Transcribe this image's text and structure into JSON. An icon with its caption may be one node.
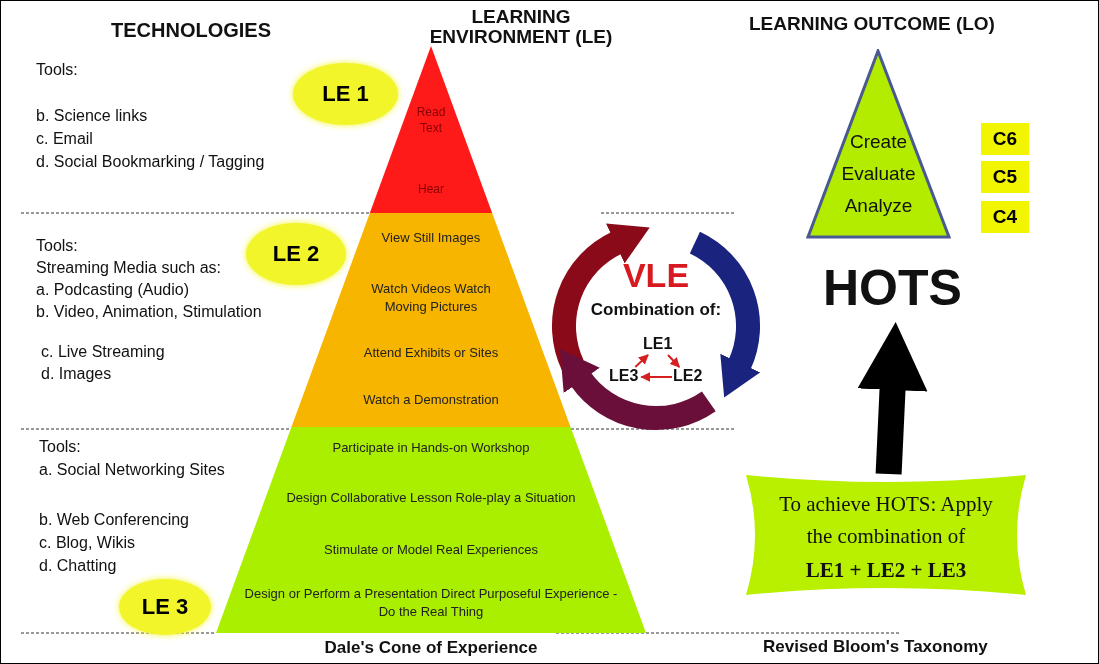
{
  "diagram": {
    "nodes": [
      {
        "text": [
          "LE 1"
        ]
      },
      {
        "text": [
          "LE 2"
        ]
      },
      {
        "text": [
          "LE 3"
        ]
      },
      {
        "text": [
          "Read Text"
        ]
      },
      {
        "text": [
          "Hear"
        ]
      },
      {
        "text": [
          "View Still Images"
        ]
      },
      {
        "text": [
          "Watch Videos Watch Moving Pictures"
        ]
      },
      {
        "text": [
          "Attend Exhibits or Sites"
        ]
      },
      {
        "text": [
          "Watch a Demonstration"
        ]
      },
      {
        "text": [
          "Participate in Hands-on Workshop"
        ]
      },
      {
        "text": [
          "Design Collaborative Lesson Role-play a Situation"
        ]
      },
      {
        "text": [
          "Stimulate or Model Real Experiences"
        ]
      },
      {
        "text": [
          "Design or Perform a Presentation Direct Purposeful Experience - Do the Real Thing"
        ]
      },
      {
        "text": [
          "VLE",
          "Combination of:"
        ]
      },
      {
        "text": [
          "LE1"
        ],
        "in": 13
      },
      {
        "text": [
          "LE2"
        ],
        "in": 13
      },
      {
        "text": [
          "LE3"
        ],
        "in": 13
      },
      {
        "text": [
          "Create",
          "Evaluate",
          "Analyze"
        ]
      },
      {
        "text": [
          "C6"
        ]
      },
      {
        "text": [
          "C5"
        ]
      },
      {
        "text": [
          "C4"
        ]
      },
      {
        "text": [
          "HOTS"
        ]
      },
      {
        "text": [
          "To achieve HOTS: Apply the combination of",
          "LE1 + LE2 + LE3"
        ]
      }
    ],
    "edges": [
      {
        "from": 14,
        "to": 15,
        "arrow": "to"
      },
      {
        "from": 15,
        "to": 16,
        "arrow": "to"
      },
      {
        "from": 16,
        "to": 14,
        "arrow": "to"
      },
      {
        "from": 22,
        "to": 21,
        "arrow": "to",
        "style": "thick",
        "color": "#000000"
      }
    ],
    "labels": [
      "TECHNOLOGIES",
      "LEARNING ENVIRONMENT (LE)",
      "LEARNING OUTCOME (LO)",
      "Tools:",
      "b. Science links",
      "c. Email",
      "d. Social Bookmarking / Tagging",
      "Tools:",
      "Streaming Media such as:",
      "a. Podcasting (Audio)",
      "b. Video, Animation, Stimulation",
      "c. Live Streaming",
      "d. Images",
      "Tools:",
      "a. Social Networking Sites",
      "b. Web Conferencing",
      "c. Blog, Wikis",
      "d. Chatting",
      "Dale's Cone of Experience",
      "Revised Bloom's Taxonomy"
    ]
  }
}
